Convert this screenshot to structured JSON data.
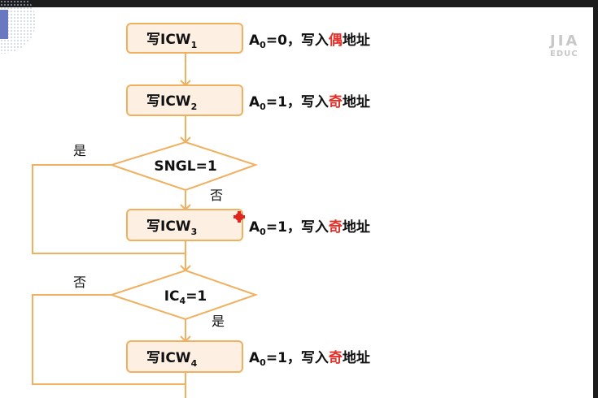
{
  "colors": {
    "line": "#f0b060",
    "box_fill": "#fdf0e2",
    "accent_red": "#e4322b"
  },
  "watermark": {
    "line1": "JIA",
    "line2": "EDUC"
  },
  "steps": [
    {
      "box_prefix": "写ICW",
      "box_sub": "1",
      "note_a": "A",
      "note_a_sub": "0",
      "note_eq": "=0，写入",
      "note_hl": "偶",
      "note_tail": "地址"
    },
    {
      "box_prefix": "写ICW",
      "box_sub": "2",
      "note_a": "A",
      "note_a_sub": "0",
      "note_eq": "=1，写入",
      "note_hl": "奇",
      "note_tail": "地址"
    },
    {
      "box_prefix": "写ICW",
      "box_sub": "3",
      "note_a": "A",
      "note_a_sub": "0",
      "note_eq": "=1，写入",
      "note_hl": "奇",
      "note_tail": "地址"
    },
    {
      "box_prefix": "写ICW",
      "box_sub": "4",
      "note_a": "A",
      "note_a_sub": "0",
      "note_eq": "=1，写入",
      "note_hl": "奇",
      "note_tail": "地址"
    }
  ],
  "decisions": [
    {
      "text": "SNGL=1",
      "yes_label": "是",
      "no_label": "否"
    },
    {
      "prefix": "IC",
      "sub": "4",
      "suffix": "=1",
      "yes_label": "是",
      "no_label": "否"
    }
  ]
}
